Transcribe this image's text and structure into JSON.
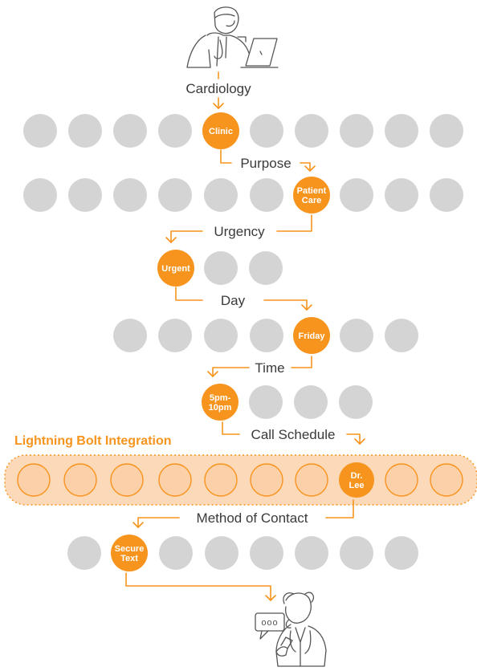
{
  "colors": {
    "accent": "#F7941D",
    "inactive_node": "#D4D4D4",
    "band_fill": "#FCD9B8",
    "band_node_fill": "#FCD0A8",
    "band_border": "#F7941D",
    "label_text": "#3A3A3A",
    "node_text": "#FFFFFF",
    "figure_stroke": "#555555"
  },
  "illustrations": {
    "top": "doctor-at-laptop-icon",
    "bottom": "doctor-with-phone-speech-bubble-icon"
  },
  "steps": {
    "specialty": "Cardiology",
    "purpose": "Purpose",
    "urgency": "Urgency",
    "day": "Day",
    "time": "Time",
    "call_schedule": "Call Schedule",
    "method": "Method of Contact"
  },
  "integration_label": "Lightning Bolt Integration",
  "selected": {
    "clinic": [
      "Clinic"
    ],
    "patient_care": [
      "Patient",
      "Care"
    ],
    "urgent": [
      "Urgent"
    ],
    "friday": [
      "Friday"
    ],
    "time_slot": [
      "5pm-",
      "10pm"
    ],
    "dr_lee": [
      "Dr.",
      "Lee"
    ],
    "secure_text": [
      "Secure",
      "Text"
    ]
  },
  "speech_bubble_text": "ooo"
}
